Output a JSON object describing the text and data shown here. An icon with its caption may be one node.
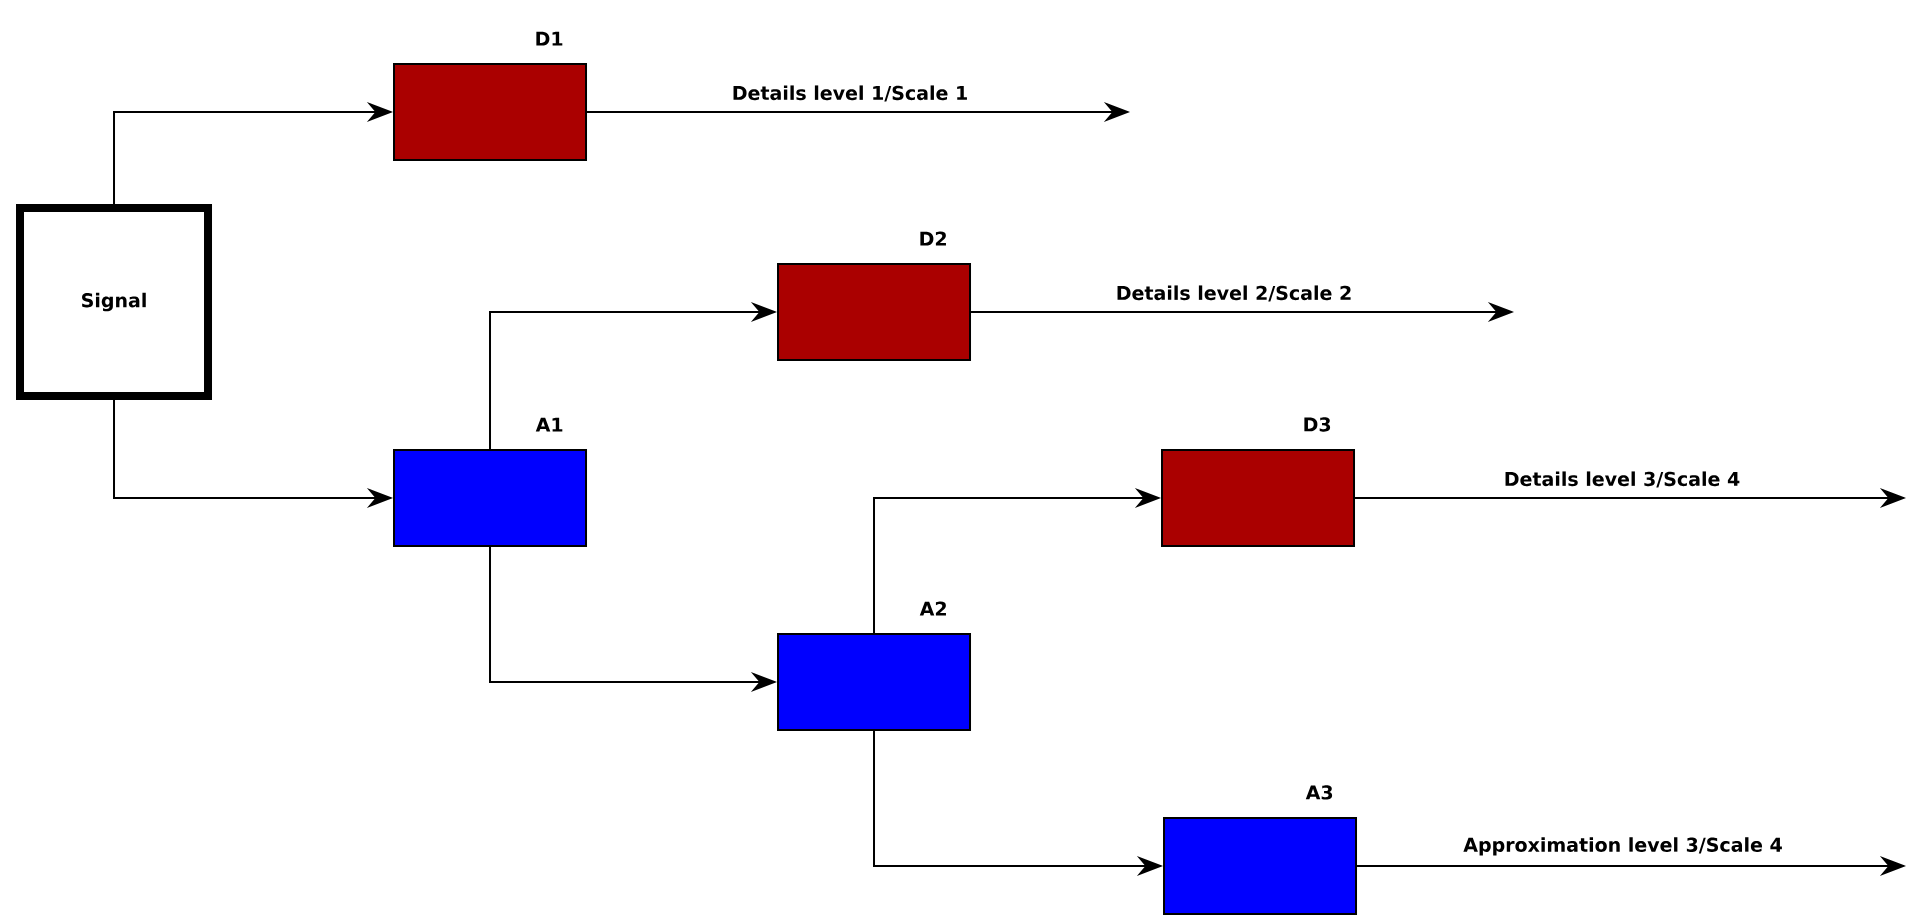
{
  "diagram": {
    "nodes": [
      {
        "text": [
          "Signal"
        ]
      },
      {
        "text": [
          "D1"
        ]
      },
      {
        "text": [
          "A1"
        ]
      },
      {
        "text": [
          "D2"
        ]
      },
      {
        "text": [
          "A2"
        ]
      },
      {
        "text": [
          "D3"
        ]
      },
      {
        "text": [
          "A3"
        ]
      }
    ],
    "edges": [
      {
        "from": 0,
        "to": 1,
        "arrow": "to"
      },
      {
        "from": 0,
        "to": 2,
        "arrow": "to"
      },
      {
        "from": 2,
        "to": 3,
        "arrow": "to"
      },
      {
        "from": 2,
        "to": 4,
        "arrow": "to"
      },
      {
        "from": 4,
        "to": 5,
        "arrow": "to"
      },
      {
        "from": 4,
        "to": 6,
        "arrow": "to"
      },
      {
        "from": 1,
        "to": null,
        "arrow": "to",
        "label": "Details level 1/Scale 1"
      },
      {
        "from": 3,
        "to": null,
        "arrow": "to",
        "label": "Details level 2/Scale 2"
      },
      {
        "from": 5,
        "to": null,
        "arrow": "to",
        "label": "Details level 3/Scale 4"
      },
      {
        "from": 6,
        "to": null,
        "arrow": "to",
        "label": "Approximation level 3/Scale 4"
      }
    ]
  }
}
